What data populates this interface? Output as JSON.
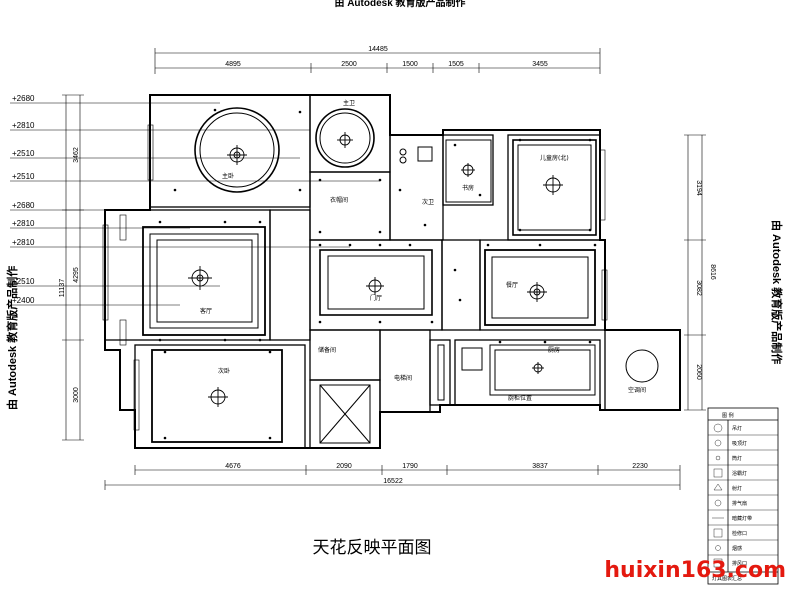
{
  "watermarks": {
    "top": "由 Autodesk 教育版产品制作",
    "left": "由 Autodesk 教育版产品制作",
    "right": "由 Autodesk 教育版产品制作"
  },
  "dimensions": {
    "top_total": "14485",
    "top_segments": [
      "4895",
      "2500",
      "1500",
      "1505",
      "3455"
    ],
    "bottom_total": "16522",
    "bottom_segments": [
      "4676",
      "2090",
      "1790",
      "3837",
      "2230"
    ],
    "left_outer": "11137",
    "left_segments": [
      "3462",
      "4295",
      "3000"
    ],
    "right_total": "8616",
    "right_segments": [
      "3194",
      "3082",
      "2060"
    ]
  },
  "levels": [
    "+2680",
    "+2810",
    "+2510",
    "+2510",
    "+2680",
    "+2810",
    "+2810",
    "+2510",
    "+2400"
  ],
  "rooms": {
    "master_bedroom": "主卧",
    "master_bath": "主卫",
    "cloakroom": "衣帽间",
    "second_bath": "次卫",
    "study": "书房",
    "children_room": "儿童房(北)",
    "living_room": "客厅",
    "hall": "门厅",
    "dining_room": "餐厅",
    "second_bedroom": "次卧",
    "storage": "储备间",
    "elevator": "电梯间",
    "kitchen": "厨房",
    "ac_room": "空调间",
    "kitchen_note": "厨柜位置"
  },
  "legend": {
    "title": "图 例",
    "items": [
      "吊灯",
      "吸顶灯",
      "筒灯",
      "浴霸灯",
      "射灯",
      "排气扇",
      "暗藏灯带",
      "检修口",
      "烟感",
      "排风口"
    ],
    "footer": "灯具图表汇总"
  },
  "plan_title": "天花反映平面图",
  "brand": "huixin163.com",
  "colors": {
    "line": "#000000",
    "brand": "#e4190f"
  }
}
